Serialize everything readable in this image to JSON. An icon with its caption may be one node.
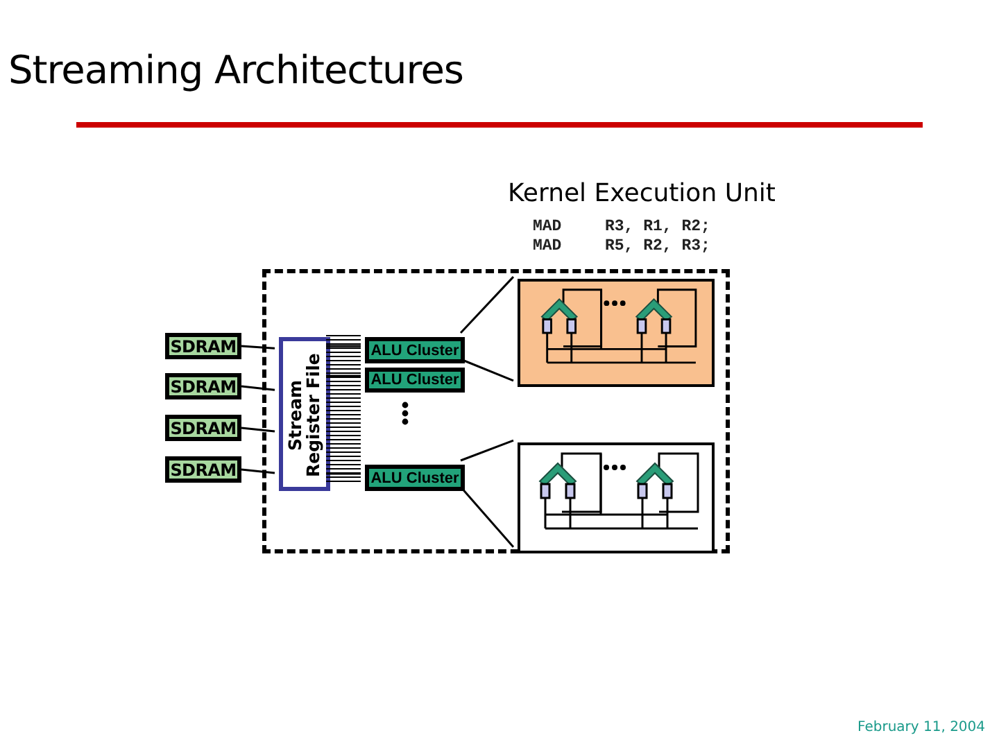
{
  "diagram": {
    "title": "Streaming Architectures",
    "nodes": [
      {
        "text": [
          "SDRAM"
        ]
      },
      {
        "text": [
          "SDRAM"
        ]
      },
      {
        "text": [
          "SDRAM"
        ]
      },
      {
        "text": [
          "SDRAM"
        ]
      },
      {
        "text": [
          "Kernel Execution Unit"
        ]
      },
      {
        "text": [
          "Stream Register File"
        ],
        "in": 4
      },
      {
        "text": [
          "ALU Cluster"
        ],
        "in": 4
      },
      {
        "text": [
          "ALU Cluster"
        ],
        "in": 4
      },
      {
        "text": [
          "ALU Cluster"
        ],
        "in": 4
      },
      {
        "text": [],
        "shape": "box",
        "in": 4
      },
      {
        "text": [],
        "shape": "box",
        "in": 4
      }
    ],
    "edges": [
      {
        "from": 0,
        "to": 5,
        "arrow": "none"
      },
      {
        "from": 1,
        "to": 5,
        "arrow": "none"
      },
      {
        "from": 2,
        "to": 5,
        "arrow": "none"
      },
      {
        "from": 3,
        "to": 5,
        "arrow": "none"
      },
      {
        "from": 5,
        "to": 6,
        "arrow": "none"
      },
      {
        "from": 5,
        "to": 7,
        "arrow": "none"
      },
      {
        "from": 5,
        "to": 8,
        "arrow": "none"
      },
      {
        "from": 6,
        "to": 9,
        "arrow": "none"
      },
      {
        "from": 6,
        "to": 9,
        "arrow": "none"
      },
      {
        "from": 8,
        "to": 10,
        "arrow": "none"
      },
      {
        "from": 8,
        "to": 10,
        "arrow": "none"
      }
    ],
    "labels": [
      "MAD",
      "R3, R1, R2;",
      "MAD",
      "R5, R2, R3;",
      "February 11, 2004"
    ]
  }
}
